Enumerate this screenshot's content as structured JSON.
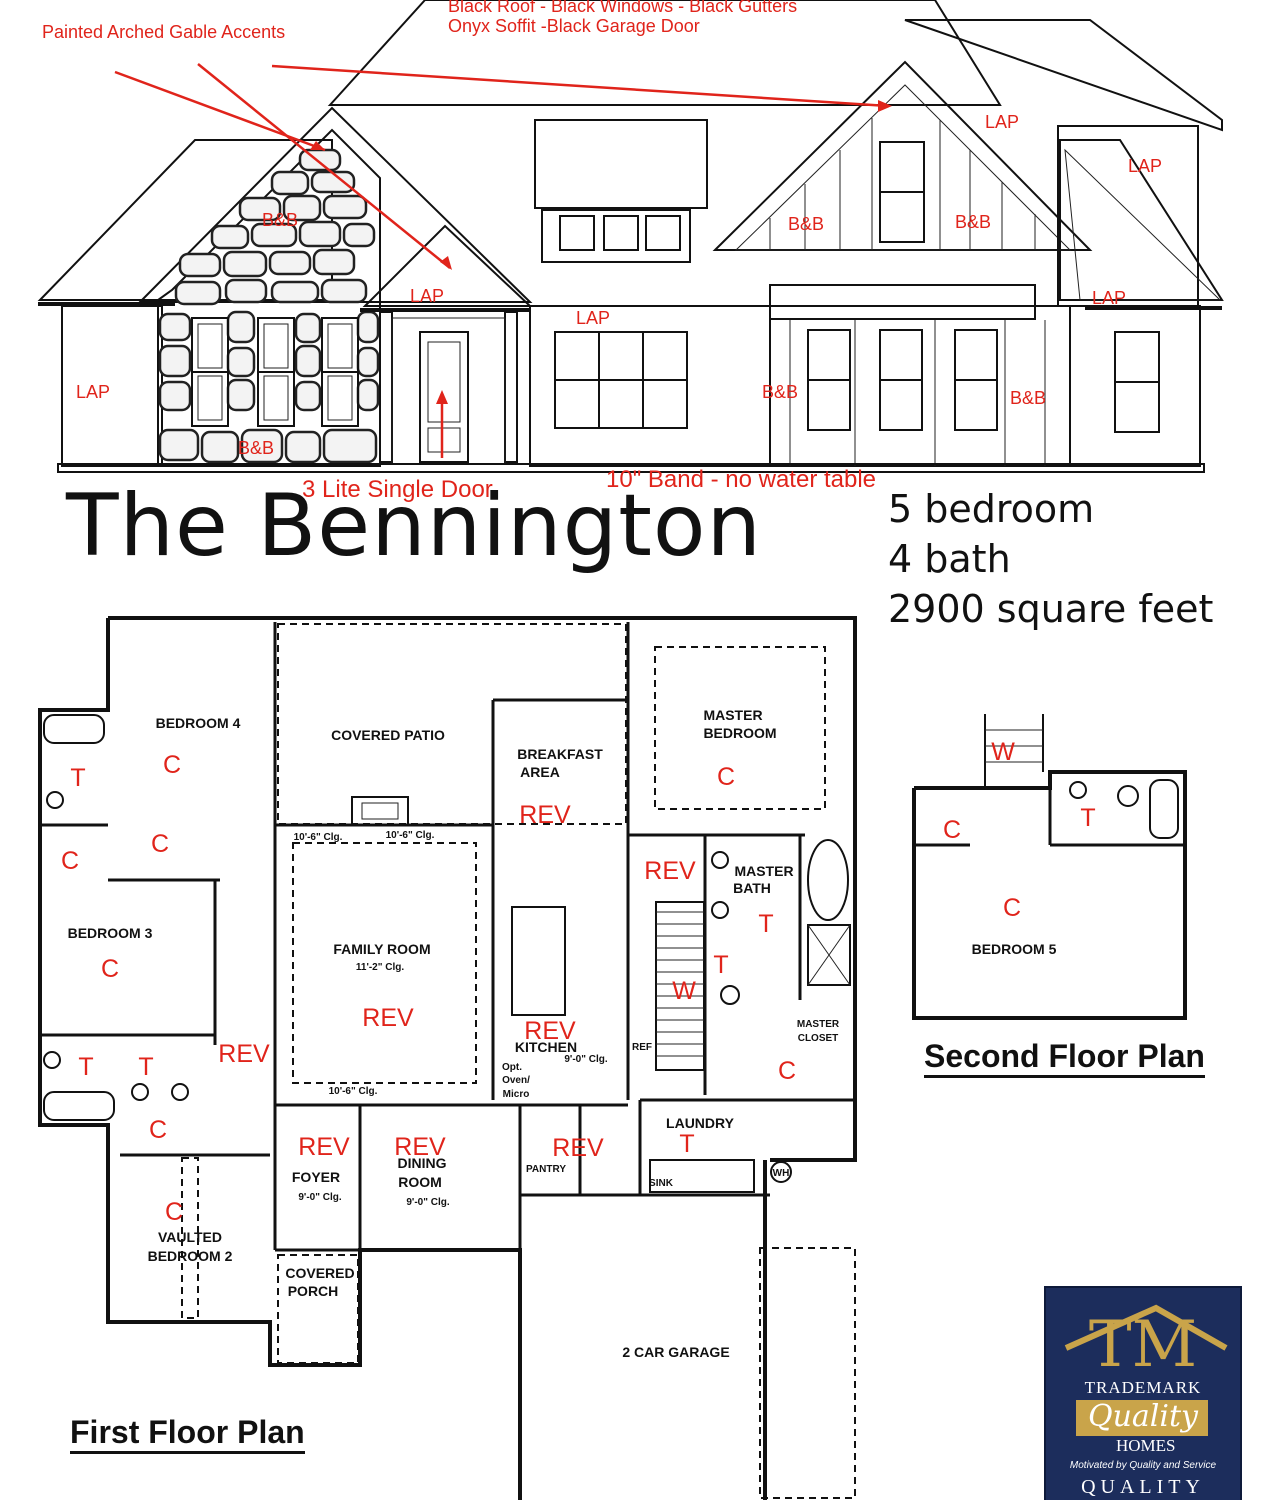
{
  "elevation": {
    "notes": {
      "gable_accents": "Painted Arched Gable Accents",
      "materials_line1": "Black Roof - Black Windows - Black Gutters",
      "materials_line2": "Onyx Soffit -Black Garage Door",
      "door": "3 Lite Single Door",
      "band": "10\" Band - no water table"
    },
    "siding_labels": {
      "lap": "LAP",
      "bb": "B&B"
    }
  },
  "header": {
    "title": "The Bennington",
    "bedrooms": "5 bedroom",
    "baths": "4 bath",
    "area": "2900 square feet"
  },
  "first_floor": {
    "label": "First Floor Plan",
    "rooms": {
      "bedroom4": "BEDROOM 4",
      "covered_patio": "COVERED PATIO",
      "breakfast1": "BREAKFAST",
      "breakfast2": "AREA",
      "master_bed1": "MASTER",
      "master_bed2": "BEDROOM",
      "bedroom3": "BEDROOM 3",
      "family_room": "FAMILY ROOM",
      "family_clg": "11'-2\" Clg.",
      "master_bath1": "MASTER",
      "master_bath2": "BATH",
      "kitchen": "KITCHEN",
      "kitchen_clg": "9'-0\" Clg.",
      "opt": "Opt.",
      "oven": "Oven/",
      "micro": "Micro",
      "ref": "REF",
      "master_closet1": "MASTER",
      "master_closet2": "CLOSET",
      "laundry": "LAUNDRY",
      "pantry": "PANTRY",
      "foyer": "FOYER",
      "foyer_clg": "9'-0\" Clg.",
      "dining1": "DINING",
      "dining2": "ROOM",
      "dining_clg": "9'-0\" Clg.",
      "vaulted1": "VAULTED",
      "vaulted2": "BEDROOM 2",
      "covered_porch1": "COVERED",
      "covered_porch2": "PORCH",
      "garage": "2 CAR GARAGE",
      "clg_a": "10'-6\" Clg.",
      "clg_b": "10'-6\" Clg.",
      "clg_c": "10'-6\" Clg.",
      "wh": "WH",
      "sink": "SINK"
    },
    "codes": {
      "c": "C",
      "t": "T",
      "rev": "REV",
      "w": "W"
    }
  },
  "second_floor": {
    "label": "Second Floor Plan",
    "bedroom5": "BEDROOM 5"
  },
  "logo": {
    "tm": "TM",
    "trademark": "TRADEMARK",
    "quality": "Quality",
    "homes": "HOMES",
    "tagline": "Motivated by Quality and Service",
    "quality_caps": "QUALITY"
  }
}
